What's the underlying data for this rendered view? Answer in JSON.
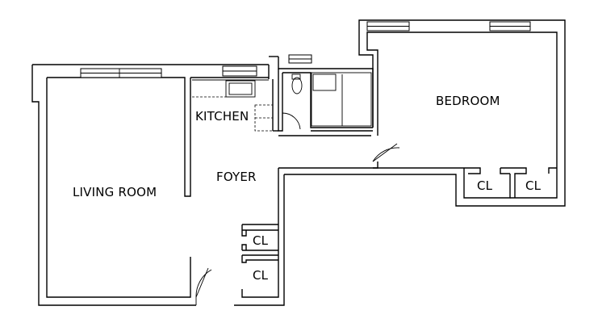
{
  "rooms": {
    "living_room": "LIVING ROOM",
    "kitchen": "KITCHEN",
    "foyer": "FOYER",
    "bedroom": "BEDROOM",
    "closet_bedroom_left": "CL",
    "closet_bedroom_right": "CL",
    "closet_foyer_top": "CL",
    "closet_foyer_bottom": "CL"
  },
  "colors": {
    "wall": "#000000",
    "background": "#ffffff"
  }
}
